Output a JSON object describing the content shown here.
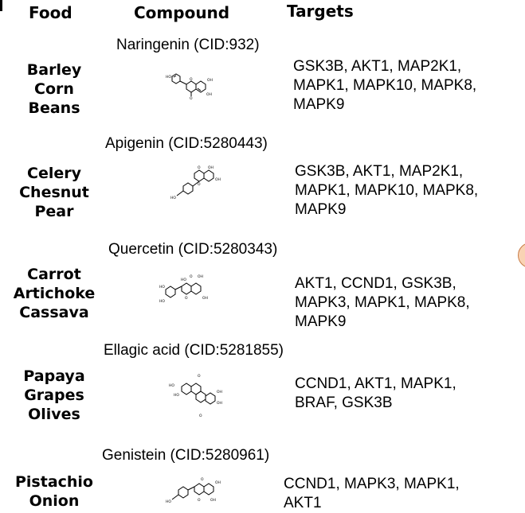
{
  "header": {
    "food": "Food",
    "compound": "Compound",
    "targets": "Targets"
  },
  "rows": [
    {
      "foods": [
        "Barley",
        "Corn",
        "Beans"
      ],
      "compound": "Naringenin (CID:932)",
      "targets": [
        "GSK3B, AKT1, MAP2K1,",
        "MAPK1, MAPK10, MAPK8,",
        "MAPK9"
      ]
    },
    {
      "foods": [
        "Celery",
        "Chesnut",
        "Pear"
      ],
      "compound": "Apigenin (CID:5280443)",
      "targets": [
        "GSK3B, AKT1, MAP2K1,",
        "MAPK1, MAPK10, MAPK8,",
        "MAPK9"
      ]
    },
    {
      "foods": [
        "Carrot",
        "Artichoke",
        "Cassava"
      ],
      "compound": "Quercetin (CID:5280343)",
      "targets": [
        "AKT1, CCND1, GSK3B,",
        "MAPK3, MAPK1, MAPK8,",
        "MAPK9"
      ]
    },
    {
      "foods": [
        "Papaya",
        "Grapes",
        "Olives"
      ],
      "compound": "Ellagic acid (CID:5281855)",
      "targets": [
        "CCND1, AKT1, MAPK1,",
        "BRAF, GSK3B"
      ]
    },
    {
      "foods": [
        "Pistachio",
        "Onion"
      ],
      "compound": "Genistein (CID:5280961)",
      "targets": [
        "CCND1, MAPK3, MAPK1,",
        "AKT1"
      ]
    }
  ],
  "atom_labels": {
    "oxygen": "O",
    "hydroxyl": "OH",
    "ho": "HO"
  },
  "colors": {
    "text": "#000000",
    "decor_fill": "#f9d3b4",
    "decor_stroke": "#c87b45"
  }
}
